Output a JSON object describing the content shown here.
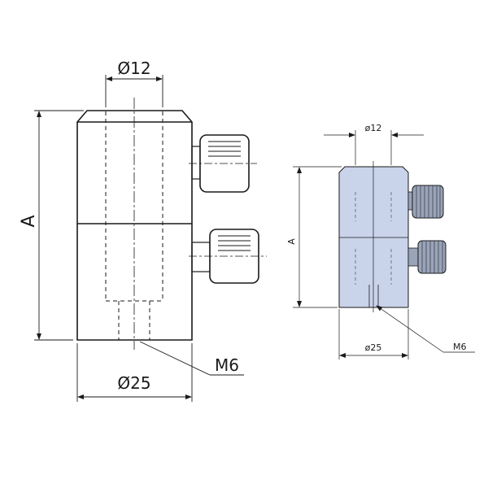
{
  "left_view": {
    "top_diameter": "Ø12",
    "height_label": "A",
    "thread_label": "M6",
    "bottom_diameter": "Ø25"
  },
  "right_view": {
    "top_diameter": "ø12",
    "height_label": "A",
    "thread_label": "M6",
    "bottom_diameter": "ø25"
  },
  "colors": {
    "line": "#1a1a1a",
    "body_fill_right": "#c9d3ea",
    "knob_fill_right": "#9aa4b8"
  }
}
